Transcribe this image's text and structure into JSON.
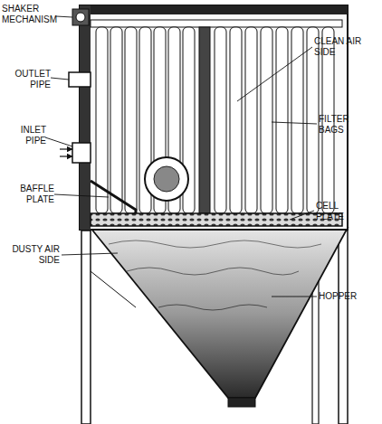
{
  "diagram": {
    "labels": [
      "SHAKER MECHANISM",
      "OUTLET PIPE",
      "CLEAN AIR SIDE",
      "INLET PIPE",
      "FILTER BAGS",
      "BAFFLE PLATE",
      "CELL PLATE",
      "DUSTY AIR SIDE",
      "HOPPER"
    ]
  }
}
